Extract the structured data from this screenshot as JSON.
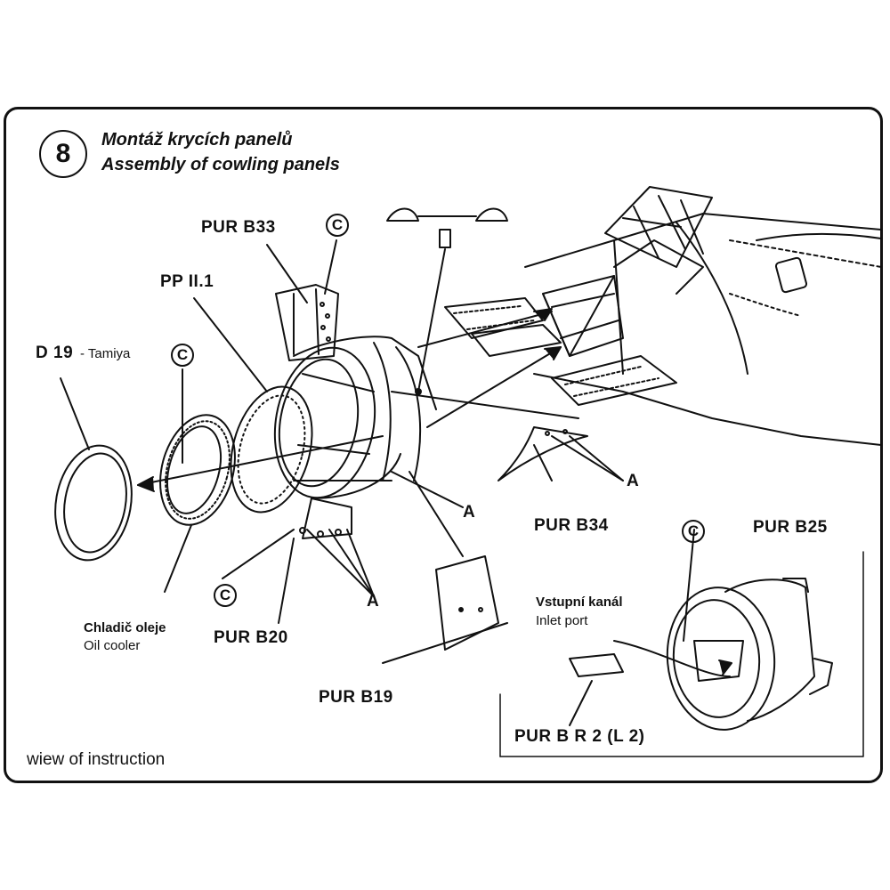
{
  "step": {
    "number": "8"
  },
  "title": {
    "czech": "Montáž krycích panelů",
    "english": "Assembly of cowling panels"
  },
  "parts": {
    "pur_b33": "PUR B33",
    "pp_ii1": "PP II.1",
    "d19": "D 19",
    "d19_source": "- Tamiya",
    "pur_b34": "PUR B34",
    "pur_b25": "PUR B25",
    "pur_b20": "PUR B20",
    "pur_b19": "PUR B19",
    "pur_br2": "PUR B R 2 (L 2)"
  },
  "callouts": {
    "c_mark": "C",
    "a_mark": "A",
    "oil_cooler_cz": "Chladič oleje",
    "oil_cooler_en": "Oil cooler",
    "inlet_cz": "Vstupní kanál",
    "inlet_en": "Inlet port"
  },
  "footer": {
    "caption": "wiew of instruction"
  }
}
